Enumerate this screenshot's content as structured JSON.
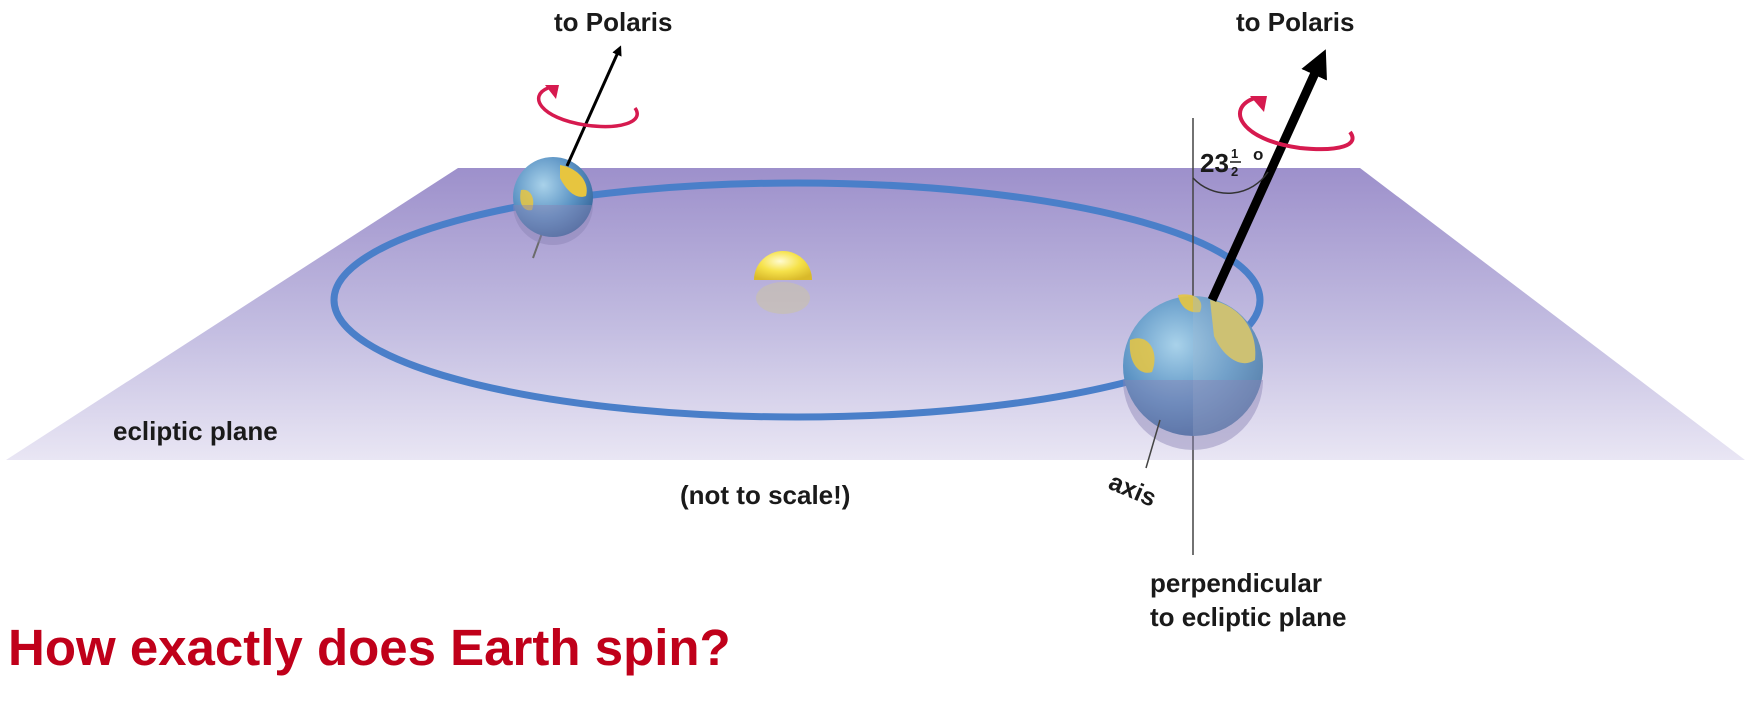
{
  "diagram": {
    "labels": {
      "polaris_left": "to Polaris",
      "polaris_right": "to Polaris",
      "tilt_whole": "23",
      "tilt_num": "1",
      "tilt_den": "2",
      "tilt_deg": "o",
      "ecliptic": "ecliptic plane",
      "scale_note": "(not to scale!)",
      "axis": "axis",
      "perp_line1": "perpendicular",
      "perp_line2": "to ecliptic plane"
    },
    "headline": "How exactly does Earth spin?"
  },
  "colors": {
    "plane_top": "#9f92cc",
    "plane_bottom": "#e7e4f3",
    "orbit": "#4a7fc9",
    "spin_arrow": "#d61a4f",
    "headline": "#c0001a",
    "sun": "#f3da3a",
    "earth_ocean": "#5b93c4",
    "earth_land": "#e7c53f"
  }
}
